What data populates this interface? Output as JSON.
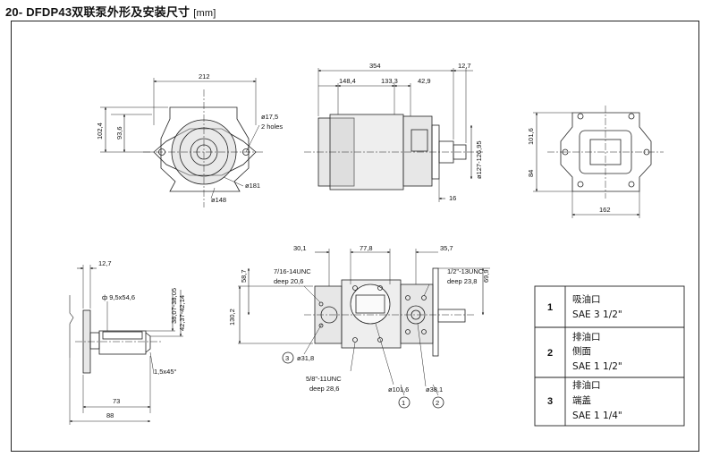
{
  "title": {
    "main": "20- DFDP43",
    "cn": "双联泵外形及安装尺寸",
    "unit": "[mm]"
  },
  "view_front": {
    "width": "212",
    "h1": "102,4",
    "h2": "93,6",
    "hole_dia": "ø17,5",
    "holes": "2 holes",
    "d181": "ø181",
    "d148": "ø148"
  },
  "view_side": {
    "total": "354",
    "d1": "148,4",
    "d2": "133,3",
    "d3": "42,9",
    "d4": "12,7",
    "shaft": "ø127-126,95",
    "key": "16"
  },
  "view_rear": {
    "h": "101,6",
    "h2": "84",
    "w": "162"
  },
  "view_shaft": {
    "d1": "12,7",
    "key": "ф 9,5х54,6",
    "k1": "38,07-38,05",
    "k2": "42,37-42,14",
    "chamfer": "1,5х45°",
    "l1": "73",
    "l2": "88"
  },
  "view_bottom": {
    "w1": "30,1",
    "w2": "77,8",
    "w3": "35,7",
    "th1": "7/16-14UNC",
    "dp1": "deep 20,6",
    "th2": "1/2\"-13UNC",
    "dp2": "deep 23,8",
    "h1": "58,7",
    "h2": "130,2",
    "h3": "69,9",
    "d318": "ø31,8",
    "th3": "5/8\"-11UNC",
    "dp3": "deep 28,6",
    "d1016": "ø101,6",
    "d381": "ø38,1",
    "m1": "1",
    "m2": "2",
    "m3": "3"
  },
  "ports": [
    {
      "no": "1",
      "lines": [
        "吸油口",
        "SAE 3 1/2\""
      ]
    },
    {
      "no": "2",
      "lines": [
        "排油口",
        "侧面",
        "SAE 1 1/2\""
      ]
    },
    {
      "no": "3",
      "lines": [
        "排油口",
        "端盖",
        "SAE 1 1/4\""
      ]
    }
  ]
}
